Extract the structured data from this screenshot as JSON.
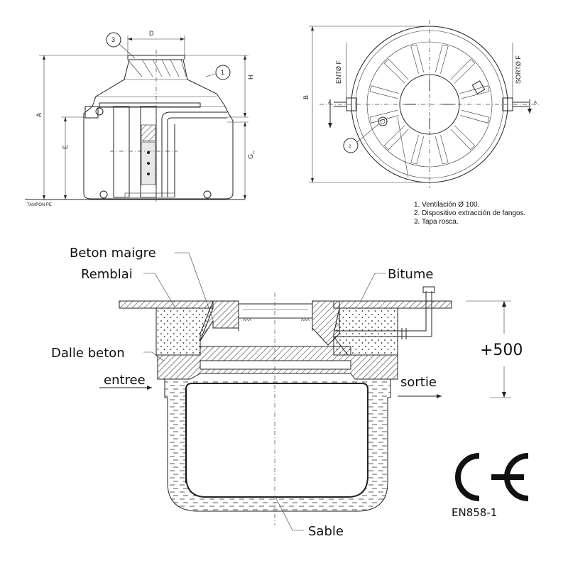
{
  "top_left": {
    "label_d": "D",
    "label_a": "A",
    "label_h": "H",
    "label_e": "E",
    "label_g": "G_",
    "callout_1": "1",
    "callout_3": "3",
    "footer": "TAMPON PE"
  },
  "top_right": {
    "label_b": "B",
    "label_entry": "ENTØ F",
    "label_exit": "SORTØ F",
    "callout_2": "2",
    "section_a_left": "A",
    "section_a_right": "A"
  },
  "notes": [
    "1. Ventilación Ø 100.",
    "2. Dispositivo extracción de fangos.",
    "3. Tapa rosca."
  ],
  "section": {
    "beton_maigre": "Beton maigre",
    "remblai": "Remblai",
    "bitume": "Bitume",
    "dalle_beton": "Dalle beton",
    "entree": "entree",
    "sortie": "sortie",
    "dimension": "+500",
    "sable": "Sable"
  },
  "certification": {
    "mark": "CE",
    "standard": "EN858-1"
  }
}
